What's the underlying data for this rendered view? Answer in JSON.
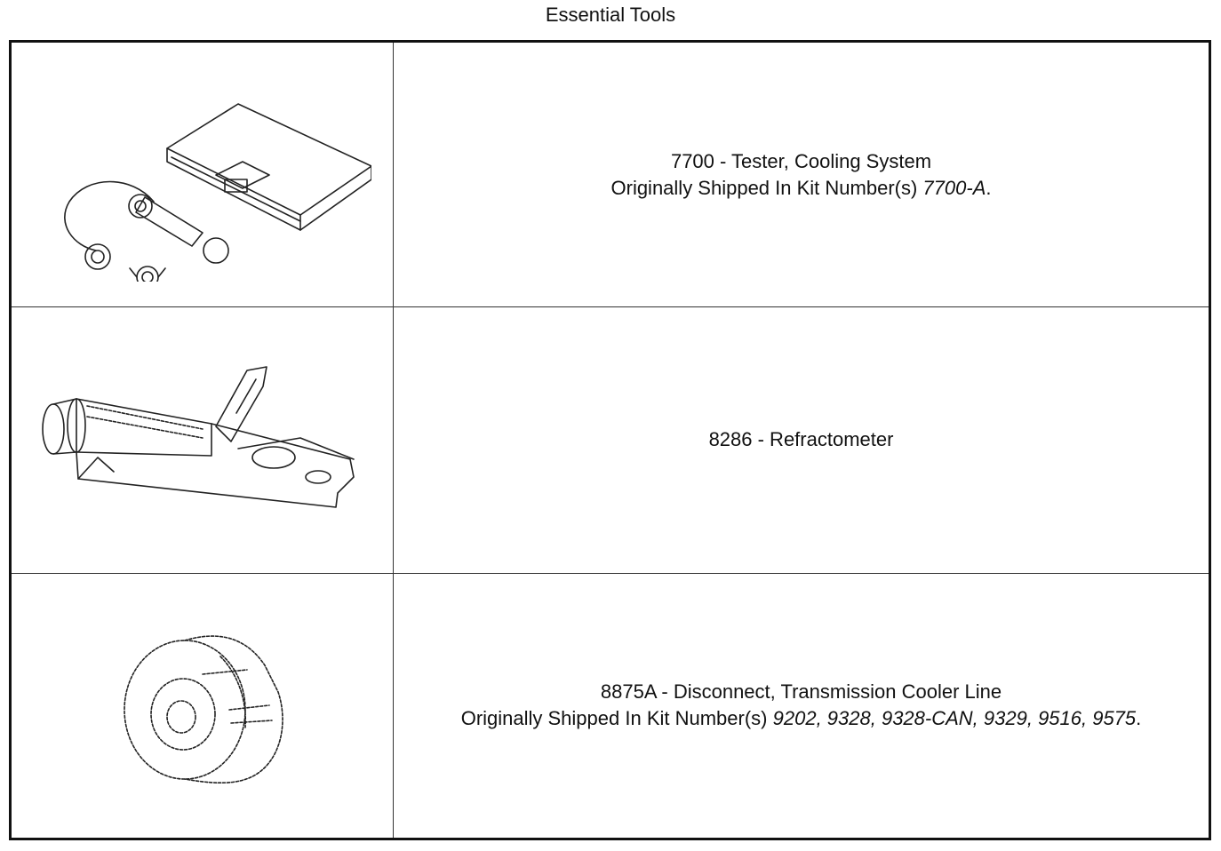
{
  "page": {
    "title": "Essential Tools"
  },
  "tools": [
    {
      "number_and_name": "7700 - Tester, Cooling System",
      "kit_prefix": "Originally Shipped In Kit Number(s) ",
      "kits": "7700-A",
      "kit_suffix": ".",
      "icon": "cooling-system-tester-kit-illustration"
    },
    {
      "number_and_name": "8286 - Refractometer",
      "icon": "refractometer-illustration"
    },
    {
      "number_and_name": "8875A - Disconnect, Transmission Cooler Line",
      "kit_prefix": "Originally Shipped In Kit Number(s) ",
      "kits": "9202, 9328, 9328-CAN, 9329, 9516, 9575",
      "kit_suffix": ".",
      "icon": "cooler-line-disconnect-illustration"
    }
  ]
}
